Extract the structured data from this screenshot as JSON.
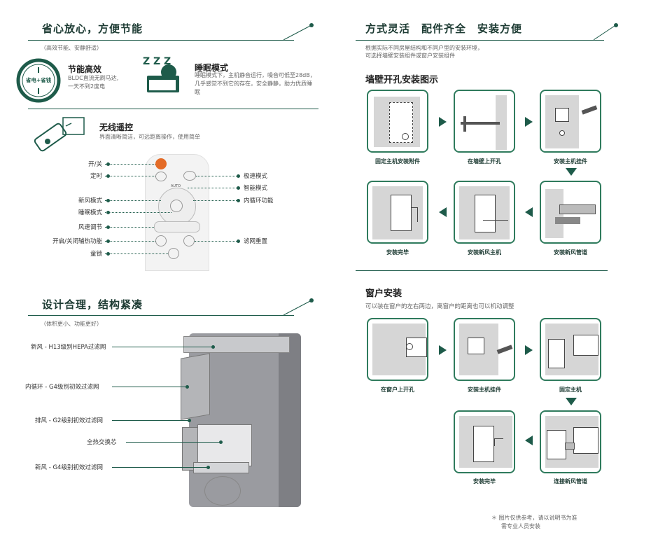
{
  "left": {
    "sec1": {
      "title": "省心放心，方便节能",
      "sub": "（高效节能、安静舒适）"
    },
    "energy": {
      "badge": "省电+省钱",
      "title": "节能高效",
      "desc1": "BLDC直流无刷马达,",
      "desc2": "一天不到2度电"
    },
    "sleep": {
      "icon_text": "Z Z Z",
      "title": "睡眠模式",
      "desc": "睡眠模式下，主机静音运行，噪音可低至28dB，几乎感觉不到它的存在，安全静静，助力优质睡眠"
    },
    "wireless": {
      "title": "无线遥控",
      "desc": "界面清晰简洁，可远距离操作，使用简单"
    },
    "remote": {
      "brand": "AUTO",
      "left_labels": [
        "开/关",
        "定时",
        "新风模式",
        "睡眠模式",
        "风速调节",
        "开启/关闭辅热功能",
        "童锁"
      ],
      "right_labels": [
        "极速模式",
        "智能模式",
        "内循环功能",
        "滤网重置"
      ]
    },
    "sec2": {
      "title": "设计合理，结构紧凑",
      "sub": "（体积更小、功能更好）"
    },
    "structure_labels": [
      "新风 - H13级别HEPA过滤网",
      "内循环 - G4级别初效过滤网",
      "排风 - G2级别初效过滤网",
      "全热交换芯",
      "新风 - G4级别初效过滤网"
    ]
  },
  "right": {
    "sec1": {
      "title": "方式灵活　配件齐全　安装方便",
      "desc1": "根据实际不同房屋结构和不同户型的安装环境，",
      "desc2": "可选择墙壁安装组件或窗户安装组件"
    },
    "wall": {
      "title": "墙壁开孔安装图示",
      "steps": [
        "固定主机安装附件",
        "在墙壁上开孔",
        "安装主机挂件",
        "安装完毕",
        "安装新风主机",
        "安装新风管道"
      ]
    },
    "window": {
      "title": "窗户安装",
      "desc": "可以装在窗户的左右两边，离窗户的距离也可以机动调整",
      "steps": [
        "在窗户上开孔",
        "安装主机挂件",
        "固定主机",
        "安装完毕",
        "连接新风管道"
      ]
    },
    "note1": "＊ 图片仅供参考，请以说明书为准",
    "note2": "需专业人员安装"
  },
  "colors": {
    "accent": "#1e5b4a",
    "frame": "#2f7b5d"
  }
}
